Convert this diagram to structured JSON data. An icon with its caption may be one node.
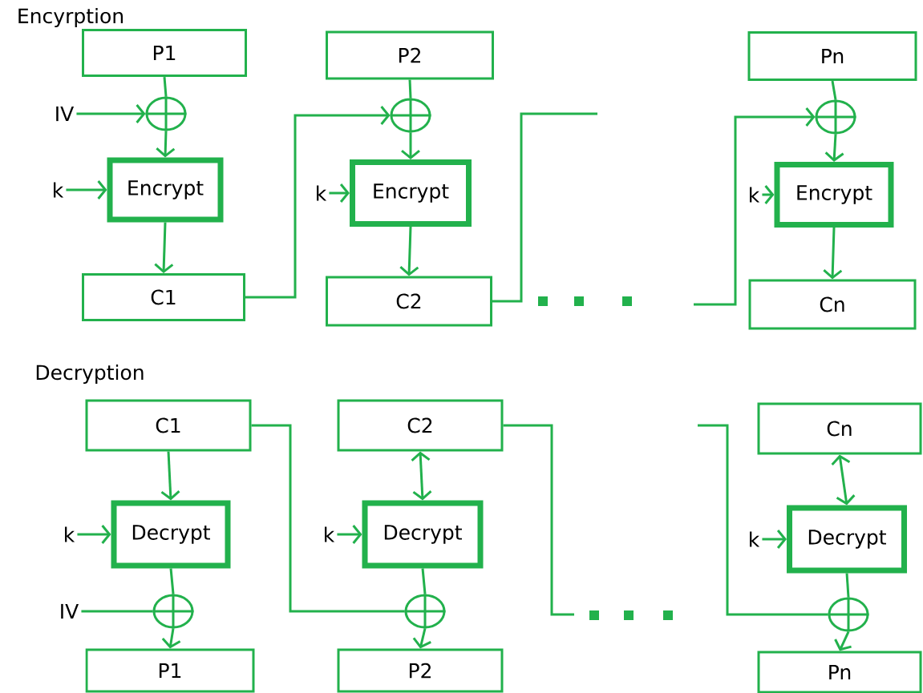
{
  "diagram": {
    "nodes": [
      {
        "text": [
          "P1"
        ]
      },
      {
        "text": [],
        "shape": "circle"
      },
      {
        "text": [
          "Encrypt"
        ]
      },
      {
        "text": [
          "C1"
        ]
      },
      {
        "text": [
          "P2"
        ]
      },
      {
        "text": [],
        "shape": "circle"
      },
      {
        "text": [
          "Encrypt"
        ]
      },
      {
        "text": [
          "C2"
        ]
      },
      {
        "text": [
          "Pn"
        ]
      },
      {
        "text": [],
        "shape": "circle"
      },
      {
        "text": [
          "Encrypt"
        ]
      },
      {
        "text": [
          "Cn"
        ]
      },
      {
        "text": [
          "IV"
        ]
      },
      {
        "text": [
          "k"
        ]
      },
      {
        "text": [
          "k"
        ]
      },
      {
        "text": [
          "k"
        ]
      },
      {
        "text": [
          "C1"
        ]
      },
      {
        "text": [
          "Decrypt"
        ]
      },
      {
        "text": [],
        "shape": "circle"
      },
      {
        "text": [
          "P1"
        ]
      },
      {
        "text": [
          "C2"
        ]
      },
      {
        "text": [
          "Decrypt"
        ]
      },
      {
        "text": [],
        "shape": "circle"
      },
      {
        "text": [
          "P2"
        ]
      },
      {
        "text": [
          "Cn"
        ]
      },
      {
        "text": [
          "Decrypt"
        ]
      },
      {
        "text": [],
        "shape": "circle"
      },
      {
        "text": [
          "Pn"
        ]
      },
      {
        "text": [
          "IV"
        ]
      },
      {
        "text": [
          "k"
        ]
      },
      {
        "text": [
          "k"
        ]
      },
      {
        "text": [
          "k"
        ]
      }
    ],
    "edges": [
      {
        "from": 0,
        "to": 1,
        "arrow": "none"
      },
      {
        "from": 1,
        "to": 2,
        "arrow": "to"
      },
      {
        "from": 12,
        "to": 1,
        "arrow": "to"
      },
      {
        "from": 13,
        "to": 2,
        "arrow": "to"
      },
      {
        "from": 2,
        "to": 3,
        "arrow": "to"
      },
      {
        "from": 3,
        "to": 5,
        "arrow": "to"
      },
      {
        "from": 4,
        "to": 5,
        "arrow": "none"
      },
      {
        "from": 5,
        "to": 6,
        "arrow": "to"
      },
      {
        "from": 14,
        "to": 6,
        "arrow": "to"
      },
      {
        "from": 6,
        "to": 7,
        "arrow": "to"
      },
      {
        "from": 7,
        "to": null,
        "arrow": "none"
      },
      {
        "from": null,
        "to": 9,
        "arrow": "to"
      },
      {
        "from": 8,
        "to": 9,
        "arrow": "none"
      },
      {
        "from": 9,
        "to": 10,
        "arrow": "to"
      },
      {
        "from": 15,
        "to": 10,
        "arrow": "to"
      },
      {
        "from": 10,
        "to": 11,
        "arrow": "to"
      },
      {
        "from": 16,
        "to": 17,
        "arrow": "to"
      },
      {
        "from": 17,
        "to": 18,
        "arrow": "none"
      },
      {
        "from": 18,
        "to": 19,
        "arrow": "to"
      },
      {
        "from": 28,
        "to": 18,
        "arrow": "none"
      },
      {
        "from": 29,
        "to": 17,
        "arrow": "to"
      },
      {
        "from": 16,
        "to": 22,
        "arrow": "none"
      },
      {
        "from": 20,
        "to": 21,
        "arrow": "both"
      },
      {
        "from": 21,
        "to": 22,
        "arrow": "none"
      },
      {
        "from": 22,
        "to": 23,
        "arrow": "to"
      },
      {
        "from": 30,
        "to": 21,
        "arrow": "to"
      },
      {
        "from": 20,
        "to": null,
        "arrow": "none"
      },
      {
        "from": null,
        "to": 26,
        "arrow": "none"
      },
      {
        "from": 24,
        "to": 25,
        "arrow": "both"
      },
      {
        "from": 25,
        "to": 26,
        "arrow": "none"
      },
      {
        "from": 26,
        "to": 27,
        "arrow": "to"
      },
      {
        "from": 31,
        "to": 25,
        "arrow": "to"
      }
    ],
    "labels": [
      "Encyrption",
      "Decryption"
    ]
  }
}
